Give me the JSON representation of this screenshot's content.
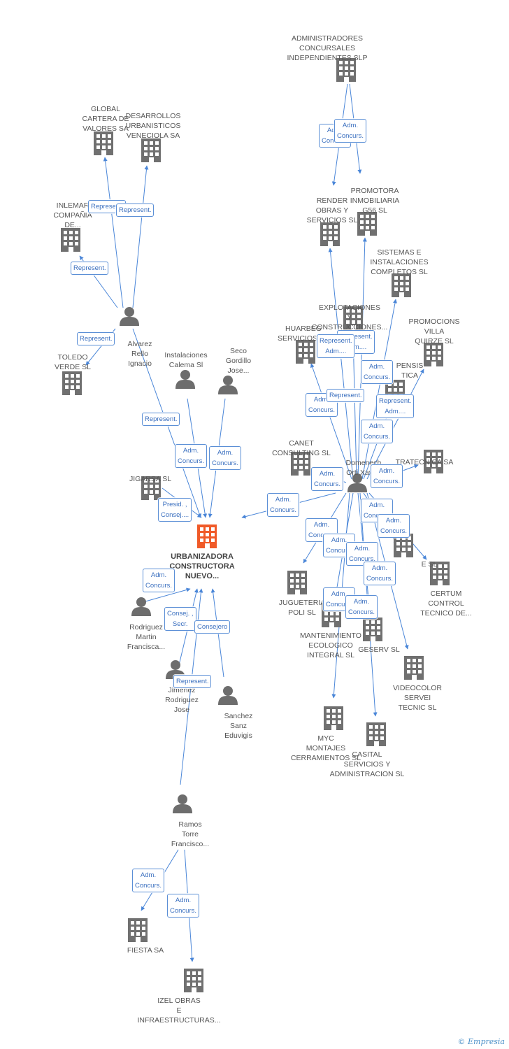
{
  "colors": {
    "edge": "#4a86d8",
    "building": "#707070",
    "building_main": "#f05a28",
    "person": "#6d6d6d",
    "label_border": "#5b8fd6",
    "label_text": "#3a6fbf"
  },
  "nodes": [
    {
      "id": "admin_concursales",
      "type": "company",
      "label": "ADMINISTRADORES\nCONCURSALES\nINDEPENDIENTES SLP"
    },
    {
      "id": "global_cartera",
      "type": "company",
      "label": "GLOBAL\nCARTERA DE\nVALORES SA"
    },
    {
      "id": "desarrollos",
      "type": "company",
      "label": "DESARROLLOS\nURBANISTICOS\nVENECIOLA SA"
    },
    {
      "id": "inlemar",
      "type": "company",
      "label": "INLEMAR\nCOMPAÑIA\nDE..."
    },
    {
      "id": "render_obras",
      "type": "company",
      "label": "RENDER\nOBRAS Y\nSERVICIOS SL"
    },
    {
      "id": "promotora",
      "type": "company",
      "label": "PROMOTORA\nINMOBILIARIA\nG56 SL"
    },
    {
      "id": "alvarez",
      "type": "person",
      "label": "Alvarez\nRello\nIgnacio"
    },
    {
      "id": "sistemas",
      "type": "company",
      "label": "SISTEMAS E\nINSTALACIONES\nCOMPLETOS SL"
    },
    {
      "id": "explotaciones",
      "type": "company",
      "label": "EXPLOTACIONES\nY\nCONSTRUCCIONES..."
    },
    {
      "id": "huarbeg",
      "type": "company",
      "label": "HUARBEG\nSERVICIOS SA"
    },
    {
      "id": "promociones_villa",
      "type": "company",
      "label": "PROMOCIONS\nVILLA\nQUIRZE SL"
    },
    {
      "id": "toledo",
      "type": "company",
      "label": "TOLEDO\nVERDE SL"
    },
    {
      "id": "instalaciones_calema",
      "type": "person",
      "label": "Instalaciones\nCalema Sl"
    },
    {
      "id": "seco_gordillo",
      "type": "person",
      "label": "Seco\nGordillo\nJose..."
    },
    {
      "id": "pensis",
      "type": "company",
      "label": "PENSIS\nTICA"
    },
    {
      "id": "canet",
      "type": "company",
      "label": "CANET\nCONSULTING SL"
    },
    {
      "id": "domenech",
      "type": "person",
      "label": "Domenech\nOrti Xavier"
    },
    {
      "id": "tratecnica",
      "type": "company",
      "label": "TRATECNICA SA"
    },
    {
      "id": "jigarsa",
      "type": "company",
      "label": "JIGARSA SL"
    },
    {
      "id": "urbanizadora",
      "type": "main",
      "label": "URBANIZADORA\nCONSTRUCTORA\nNUEVO..."
    },
    {
      "id": "hidden_sl",
      "type": "company",
      "label": "E SL"
    },
    {
      "id": "certum",
      "type": "company",
      "label": "CERTUM\nCONTROL\nTECNICO DE..."
    },
    {
      "id": "rodriguez_martin",
      "type": "person",
      "label": "Rodriguez\nMartin\nFrancisca..."
    },
    {
      "id": "jugueteria",
      "type": "company",
      "label": "JUGUETERIA\nPOLI SL"
    },
    {
      "id": "mantenimiento",
      "type": "company",
      "label": "MANTENIMIENTO\nECOLOGICO\nINTEGRAL SL"
    },
    {
      "id": "geserv",
      "type": "company",
      "label": "GESERV SL"
    },
    {
      "id": "jimenez",
      "type": "person",
      "label": "Jimenez\nRodriguez\nJose"
    },
    {
      "id": "sanchez",
      "type": "person",
      "label": "Sanchez\nSanz\nEduvigis"
    },
    {
      "id": "videocolor",
      "type": "company",
      "label": "VIDEOCOLOR\nSERVEI\nTECNIC SL"
    },
    {
      "id": "myc",
      "type": "company",
      "label": "MYC\nMONTAJES\nCERRAMIENTOS SL"
    },
    {
      "id": "casital",
      "type": "company",
      "label": "CASITAL\nSERVICIOS Y\nADMINISTRACION SL"
    },
    {
      "id": "ramos",
      "type": "person",
      "label": "Ramos\nTorre\nFrancisco..."
    },
    {
      "id": "fiesta",
      "type": "company",
      "label": "FIESTA SA"
    },
    {
      "id": "izel",
      "type": "company",
      "label": "IZEL OBRAS\nE\nINFRAESTRUCTURAS..."
    }
  ],
  "relations": [
    {
      "id": "r1",
      "label": "Adm.\nConcurs."
    },
    {
      "id": "r2",
      "label": "Adm.\nConcurs."
    },
    {
      "id": "r3",
      "label": "Represent."
    },
    {
      "id": "r4",
      "label": "Represent."
    },
    {
      "id": "r5",
      "label": "Represent."
    },
    {
      "id": "r6",
      "label": "Represent."
    },
    {
      "id": "r7",
      "label": "Represent."
    },
    {
      "id": "r8",
      "label": "Adm.\nConcurs."
    },
    {
      "id": "r9",
      "label": "Adm.\nConcurs."
    },
    {
      "id": "r10",
      "label": "Presid. ,\nConsej...."
    },
    {
      "id": "r11",
      "label": "Represent.\nAdm...."
    },
    {
      "id": "r12",
      "label": "Represent.\nAdm...."
    },
    {
      "id": "r13",
      "label": "Adm.\nConcurs."
    },
    {
      "id": "r14",
      "label": "Adm.\nConcurs."
    },
    {
      "id": "r15",
      "label": "Represent."
    },
    {
      "id": "r16",
      "label": "Represent.\nAdm...."
    },
    {
      "id": "r17",
      "label": "Adm.\nConcurs."
    },
    {
      "id": "r18",
      "label": "Adm.\nConcurs."
    },
    {
      "id": "r19",
      "label": "Adm.\nConcurs."
    },
    {
      "id": "r20",
      "label": "Adm.\nConcurs."
    },
    {
      "id": "r21",
      "label": "Adm.\nConcurs."
    },
    {
      "id": "r22",
      "label": "Adm.\nConcurs."
    },
    {
      "id": "r23",
      "label": "Adm.\nConcurs."
    },
    {
      "id": "r24",
      "label": "Adm.\nConcurs."
    },
    {
      "id": "r25",
      "label": "Adm.\nConcurs."
    },
    {
      "id": "r26",
      "label": "Adm.\nConcurs."
    },
    {
      "id": "r27",
      "label": "Adm.\nConcurs."
    },
    {
      "id": "r28",
      "label": "Adm.\nConcurs."
    },
    {
      "id": "r29",
      "label": "Adm.\nConcurs."
    },
    {
      "id": "r30",
      "label": "Consej. ,\nSecr."
    },
    {
      "id": "r31",
      "label": "Consejero"
    },
    {
      "id": "r32",
      "label": "Represent."
    },
    {
      "id": "r33",
      "label": "Adm.\nConcurs."
    },
    {
      "id": "r34",
      "label": "Adm.\nConcurs."
    },
    {
      "id": "r35",
      "label": "Adm.\nConcurs."
    }
  ],
  "brand": {
    "copyright": "©",
    "name": "Empresia"
  }
}
